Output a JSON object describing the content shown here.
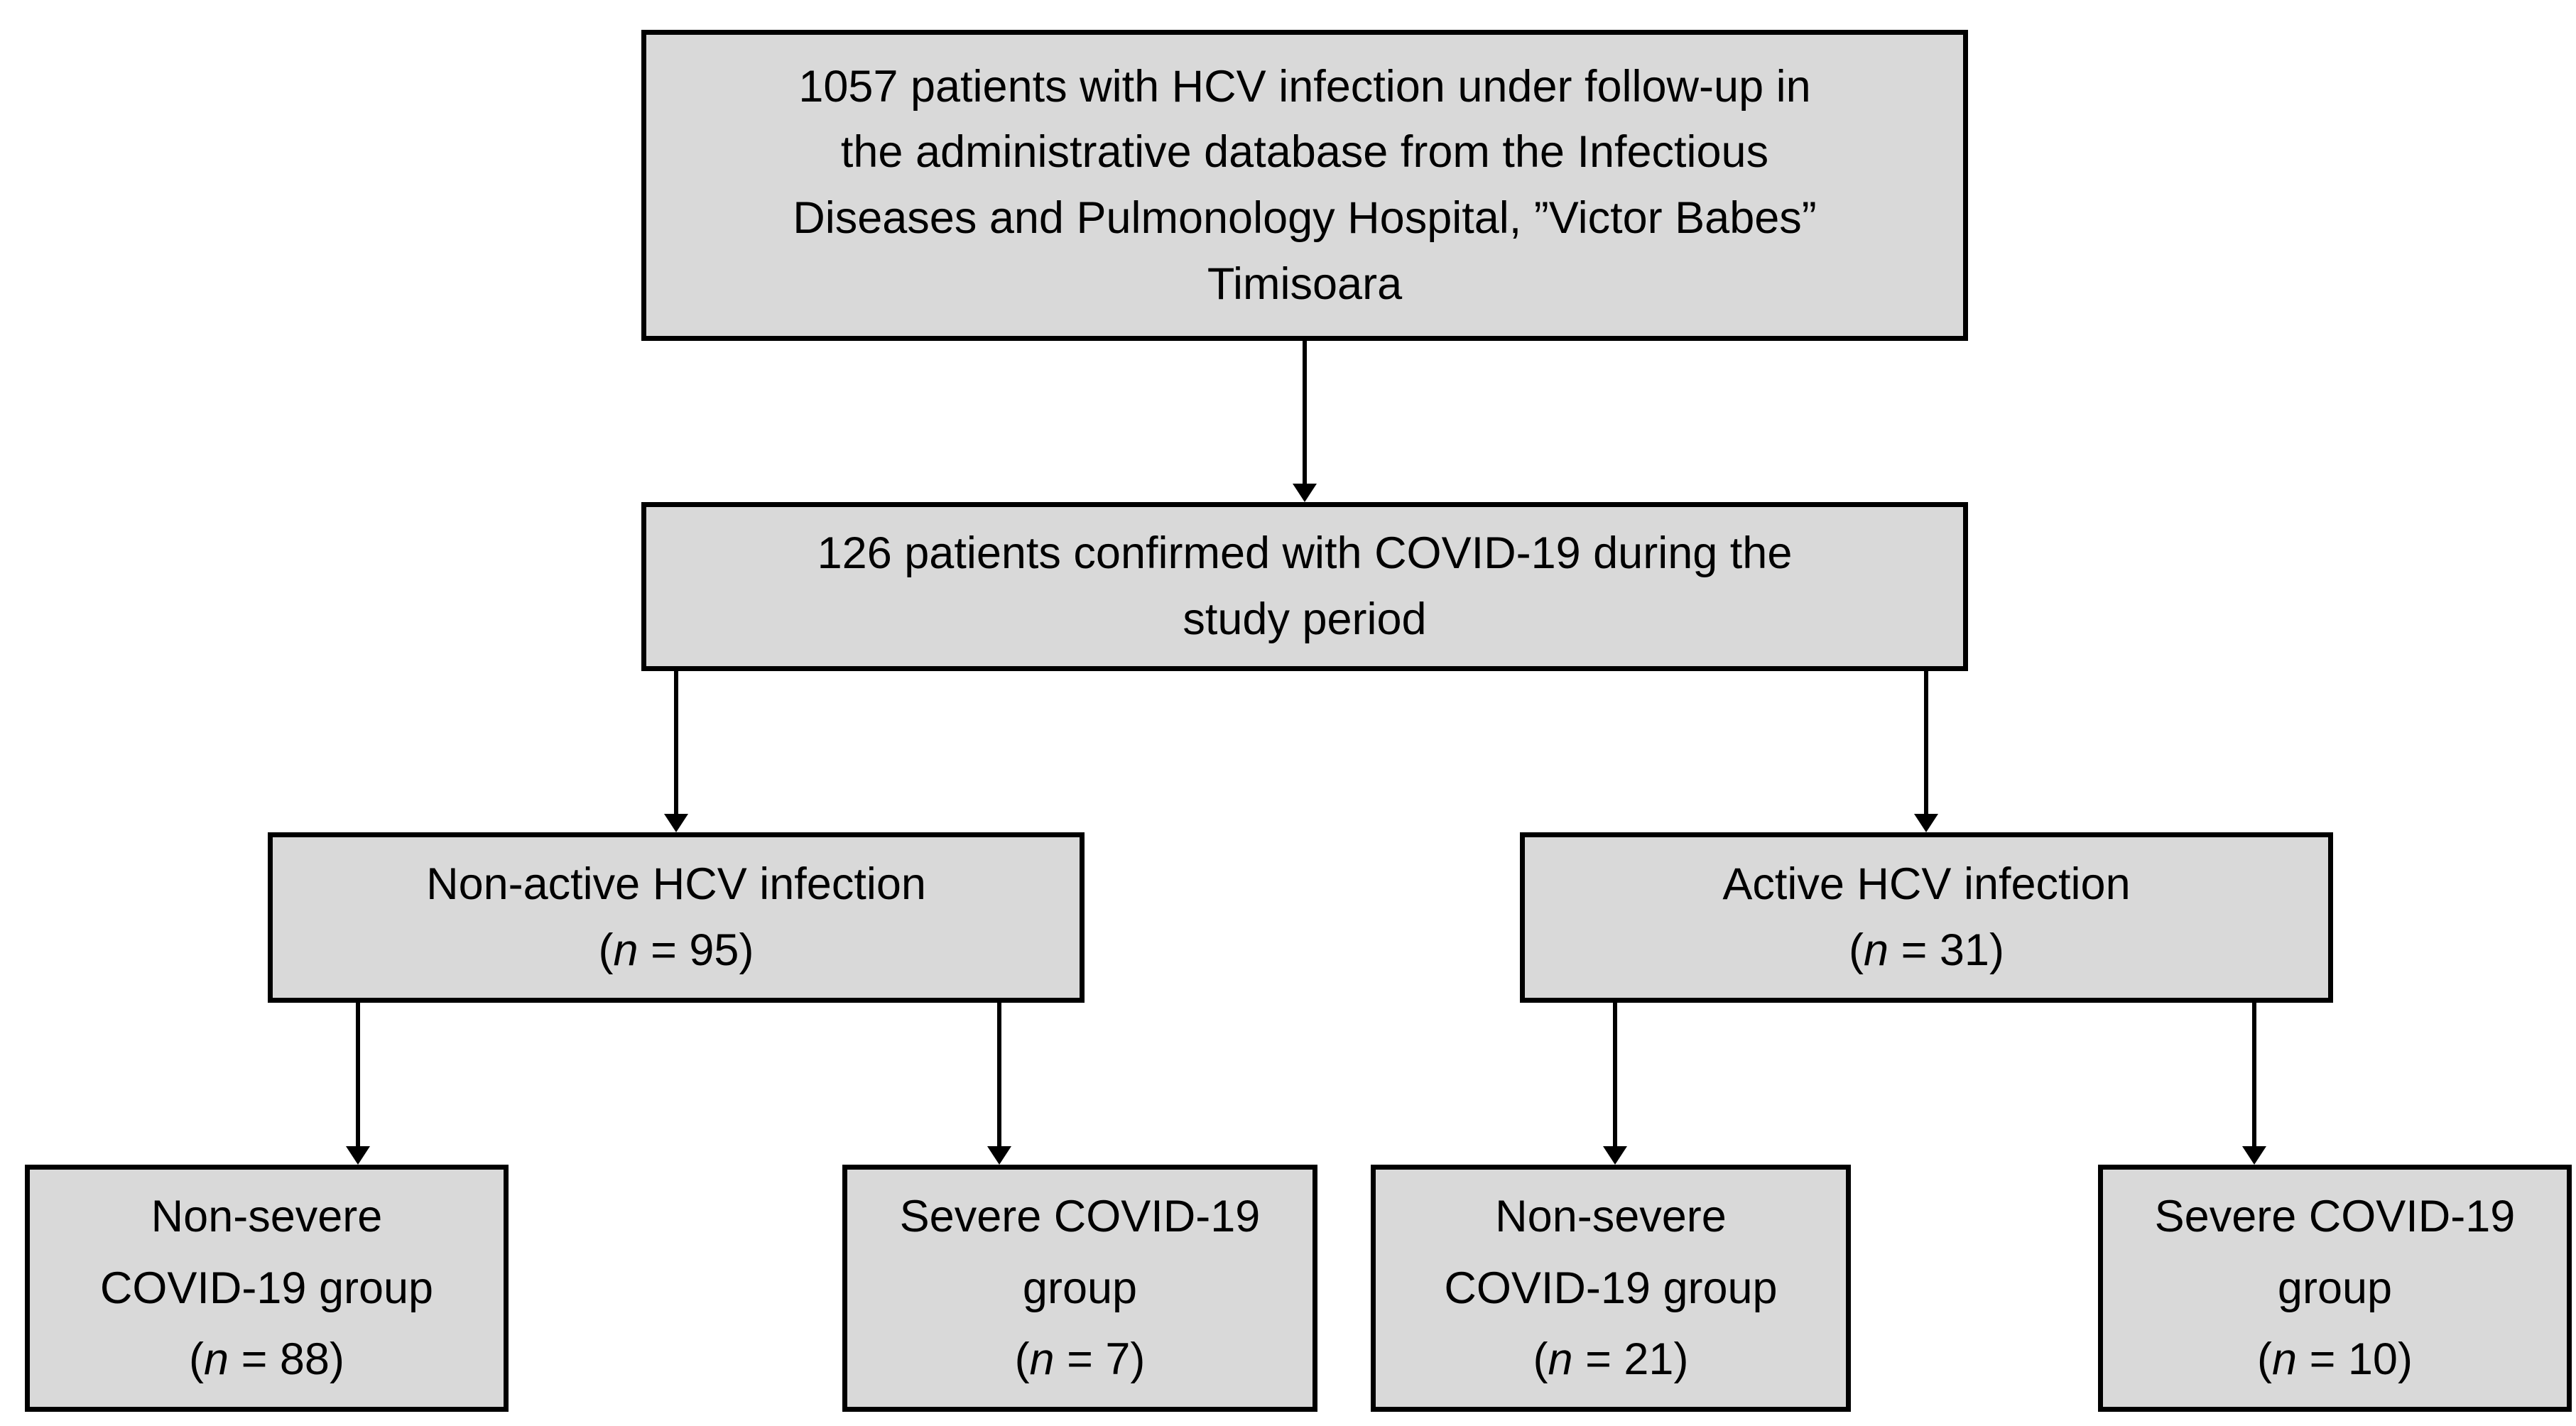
{
  "figure": {
    "type": "flowchart",
    "background_color": "#ffffff",
    "box_fill_color": "#d9d9d9",
    "box_border_color": "#000000",
    "text_color": "#000000"
  },
  "nodes": {
    "cohort": {
      "text": "1057 patients with HCV infection under follow-up in\nthe administrative database from the Infectious\nDiseases and Pulmonology Hospital, ”Victor Babes”\nTimisoara"
    },
    "confirmed": {
      "text": "126 patients confirmed with COVID-19 during the\nstudy period"
    },
    "non_active": {
      "label": "Non-active HCV infection",
      "count_prefix": "(",
      "count_var": "n",
      "count_suffix": " = 95)"
    },
    "active": {
      "label": "Active HCV infection",
      "count_prefix": "(",
      "count_var": "n",
      "count_suffix": " = 31)"
    },
    "nonactive_nonsevere": {
      "label": "Non-severe\nCOVID-19 group",
      "count_prefix": "(",
      "count_var": "n",
      "count_suffix": " = 88)"
    },
    "nonactive_severe": {
      "label": "Severe COVID-19\ngroup",
      "count_prefix": "(",
      "count_var": "n",
      "count_suffix": " = 7)"
    },
    "active_nonsevere": {
      "label": "Non-severe\nCOVID-19 group",
      "count_prefix": "(",
      "count_var": "n",
      "count_suffix": " = 21)"
    },
    "active_severe": {
      "label": "Severe COVID-19\ngroup",
      "count_prefix": "(",
      "count_var": "n",
      "count_suffix": " = 10)"
    }
  }
}
